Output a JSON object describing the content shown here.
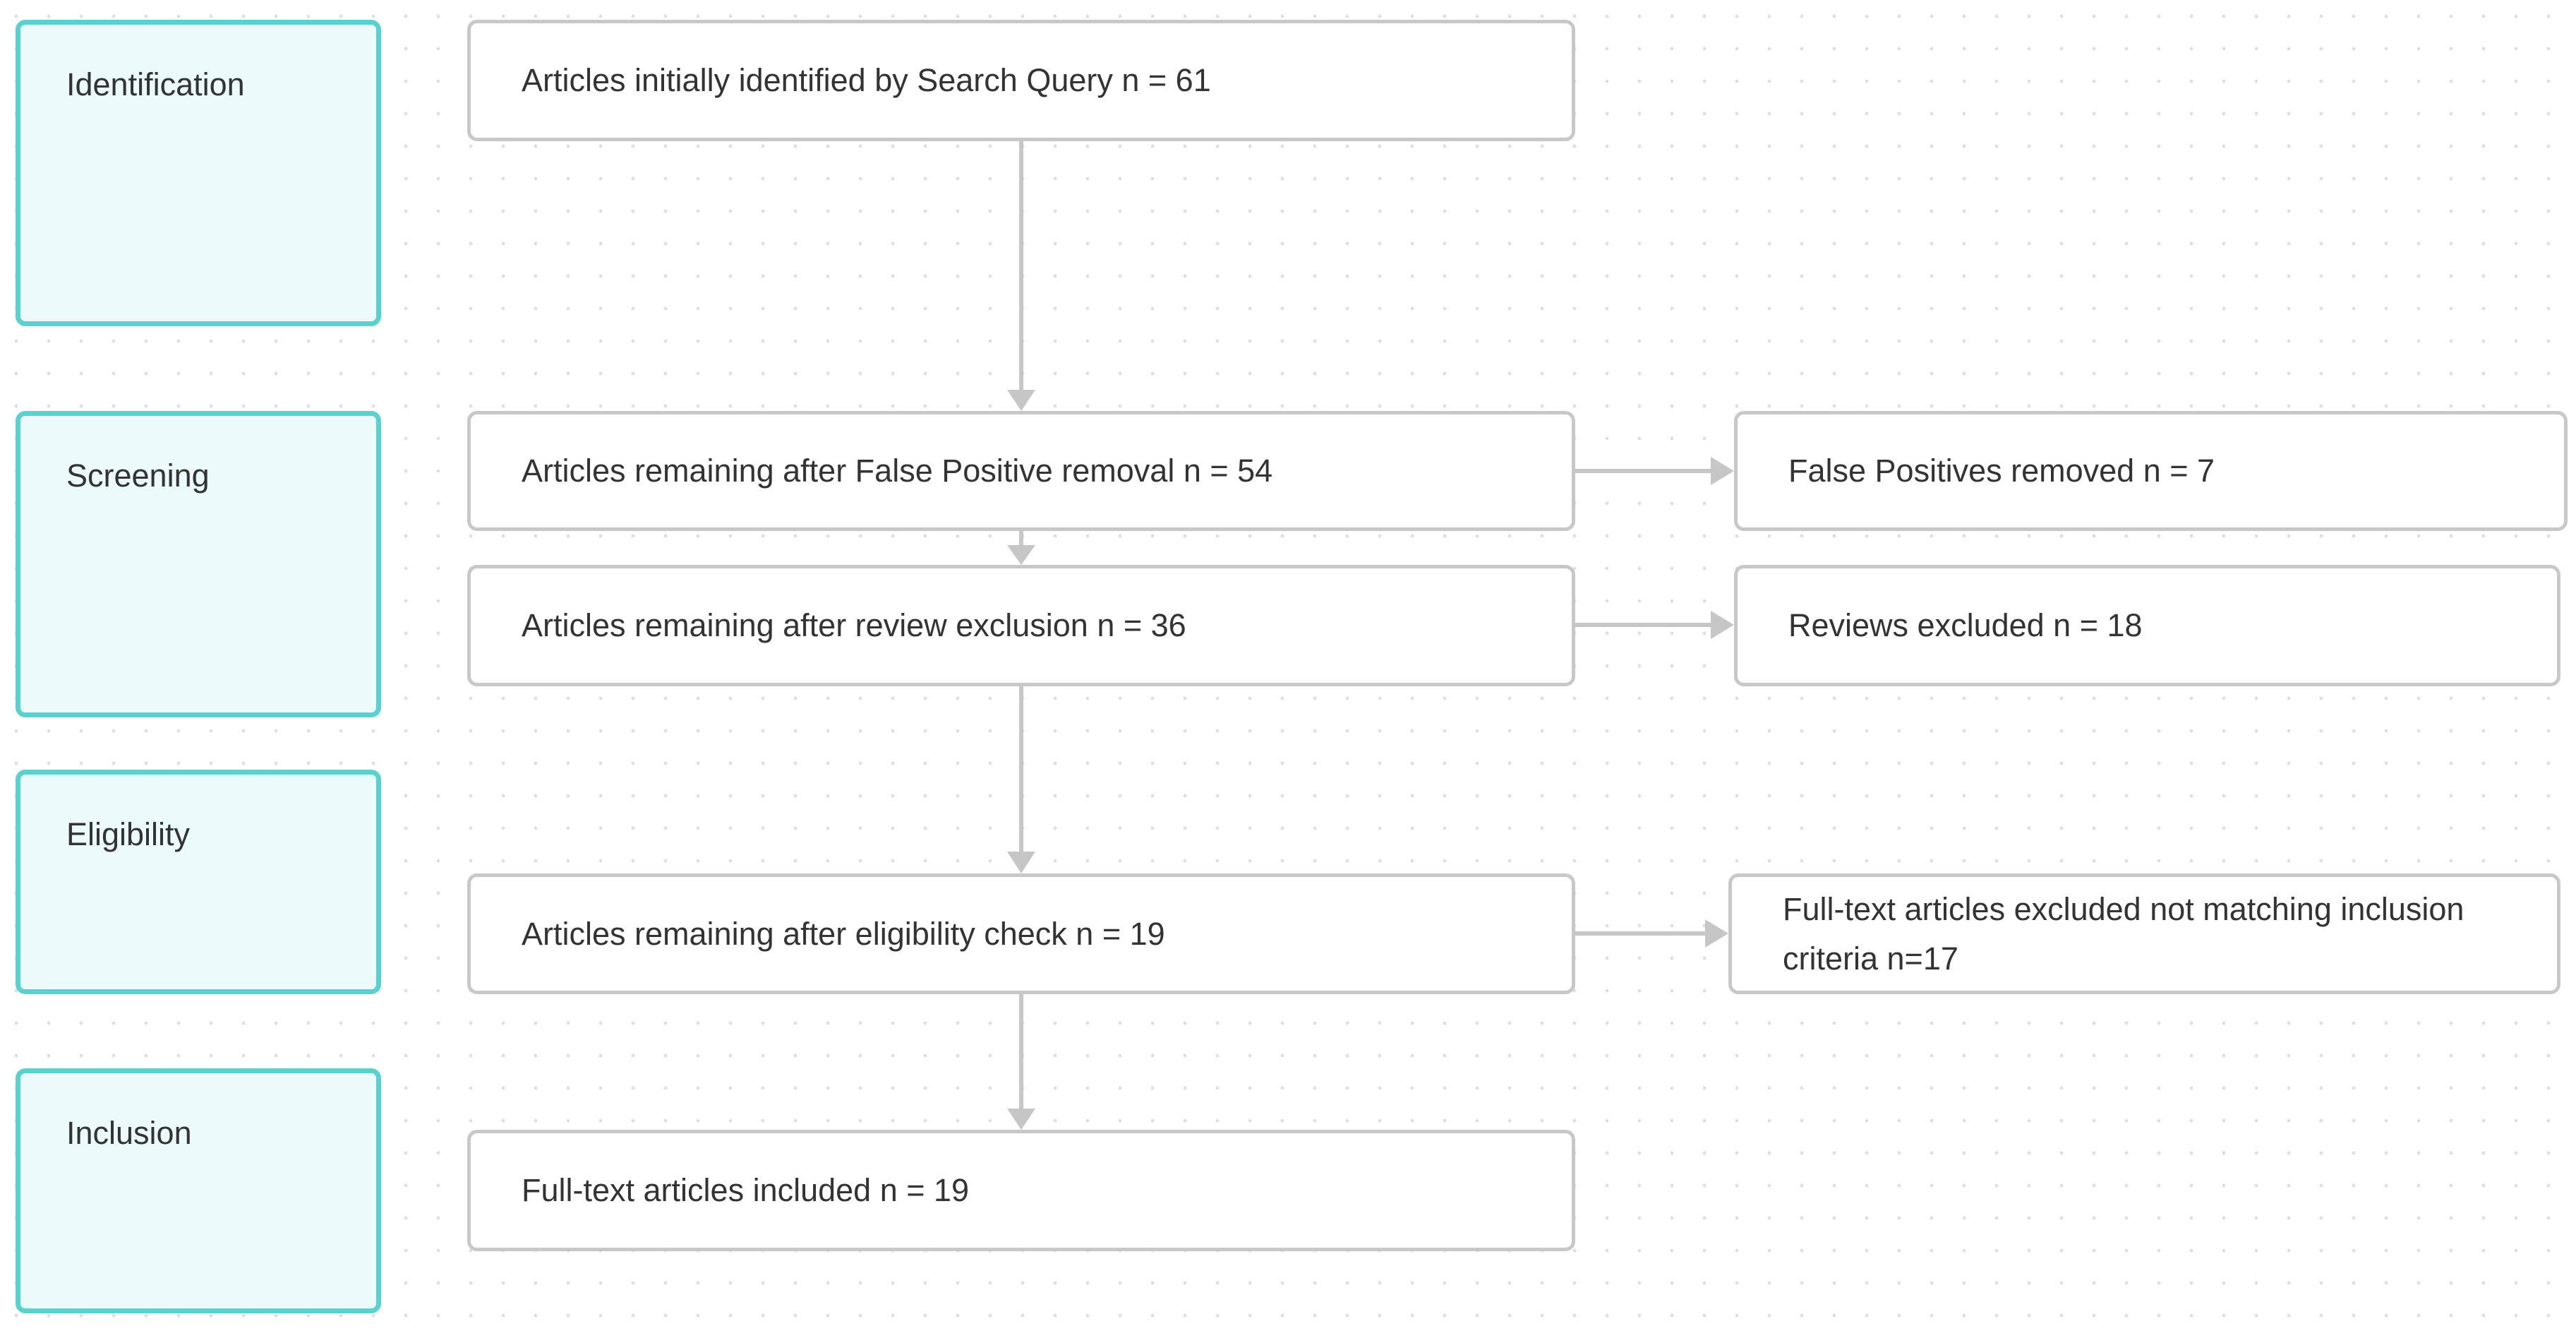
{
  "stages": {
    "identification": "Identification",
    "screening": "Screening",
    "eligibility": "Eligibility",
    "inclusion": "Inclusion"
  },
  "flow": {
    "identified": "Articles initially identified by Search Query n = 61",
    "after_false_positive": "Articles remaining after False Positive removal n = 54",
    "after_review_exclusion": "Articles remaining after review exclusion n = 36",
    "after_eligibility": "Articles remaining after eligibility check n = 19",
    "included": "Full-text articles included n = 19"
  },
  "exclusions": {
    "false_positives": "False Positives removed n = 7",
    "reviews": "Reviews excluded n = 18",
    "full_text": "Full-text articles excluded not matching inclusion criteria n=17"
  },
  "colors": {
    "stage_border": "#5ad1cf",
    "stage_fill": "#ebfafa",
    "box_border": "#c8c8c8",
    "connector": "#c6c6c6"
  }
}
